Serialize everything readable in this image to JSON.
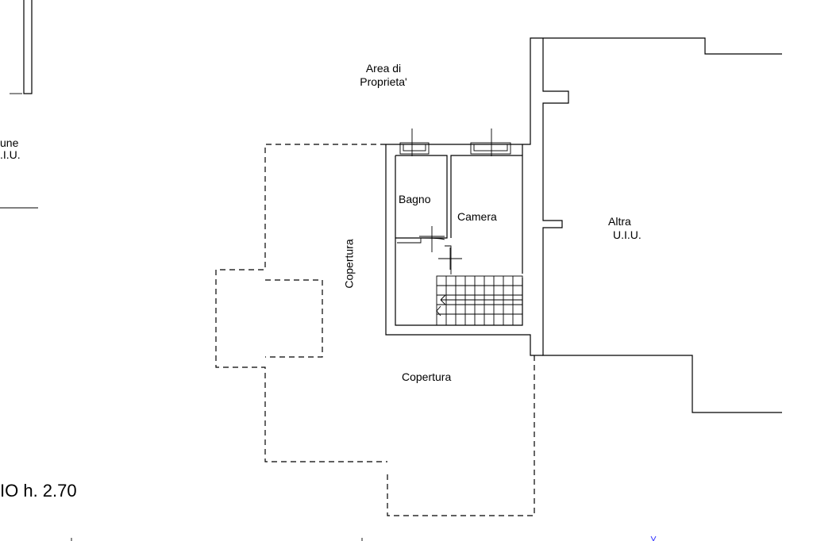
{
  "labels": {
    "area_line1": "Area di",
    "area_line2": "Proprieta'",
    "bagno": "Bagno",
    "camera": "Camera",
    "copertura_vertical": "Copertura",
    "copertura_bottom": "Copertura",
    "altra_line1": "Altra",
    "altra_line2": "U.I.U.",
    "left_partial_line1": "une",
    "left_partial_line2": ".I.U.",
    "floor_height": "IO h. 2.70"
  },
  "colors": {
    "line": "#000000",
    "background": "#ffffff",
    "blue_mark": "#3a3aff"
  }
}
